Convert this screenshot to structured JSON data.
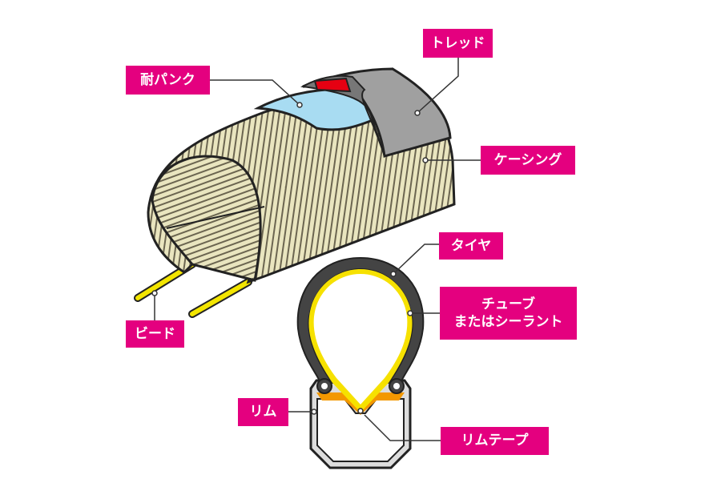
{
  "labels": {
    "puncture": "耐パンク",
    "tread": "トレッド",
    "casing": "ケーシング",
    "tire": "タイヤ",
    "tube_line1": "チューブ",
    "tube_line2": "またはシーラント",
    "bead": "ビード",
    "rim": "リム",
    "rim_tape": "リムテープ"
  },
  "colors": {
    "label_bg": "#e4007f",
    "casing": "#e9e5bf",
    "tread": "#a0a0a0",
    "puncture_layer": "#a8dcf2",
    "tread_red": "#e60012",
    "bead": "#f3e500",
    "tube": "#f6e100",
    "rim_tape": "#f39800"
  }
}
